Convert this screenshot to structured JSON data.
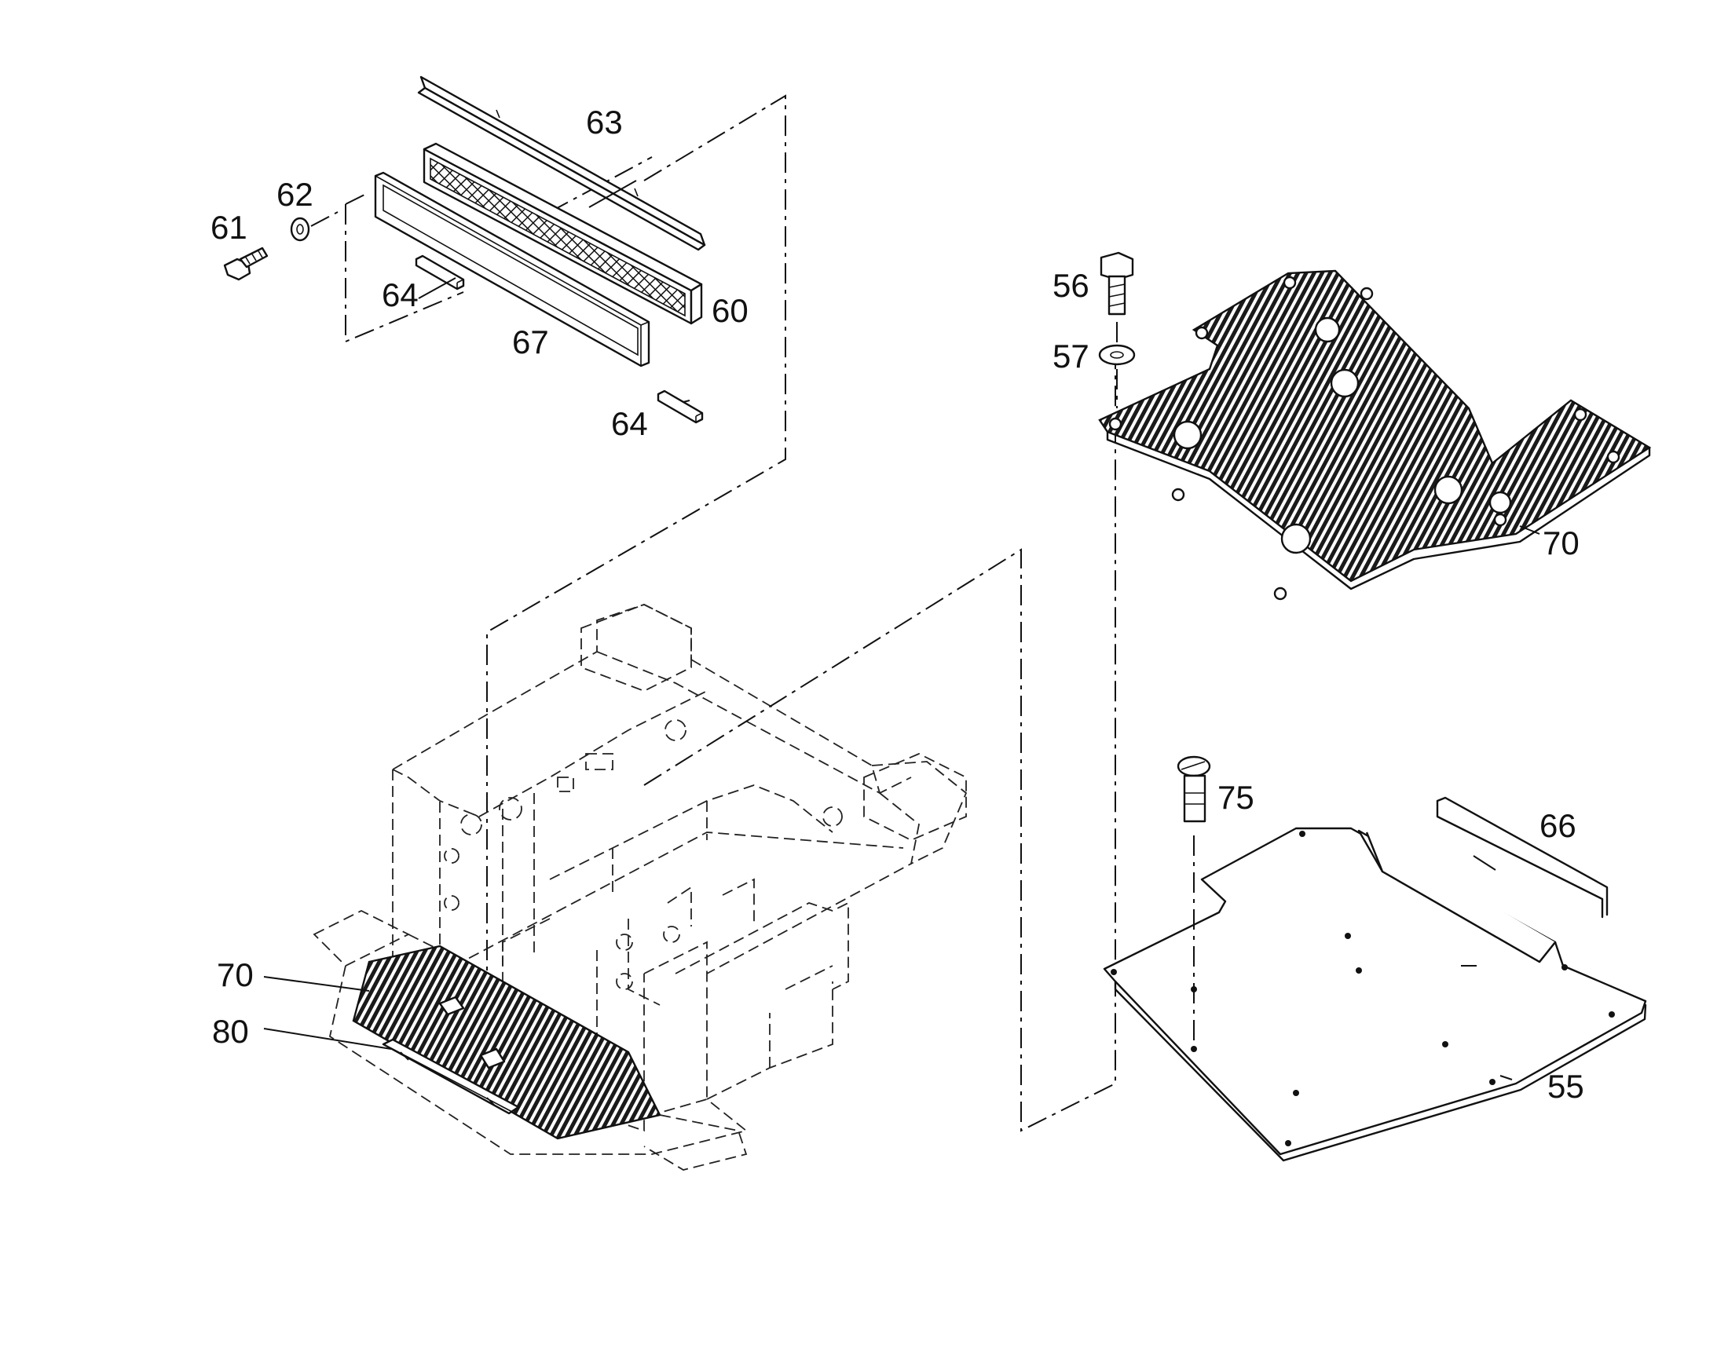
{
  "callouts": [
    {
      "id": "63",
      "text": "63"
    },
    {
      "id": "62",
      "text": "62"
    },
    {
      "id": "61",
      "text": "61"
    },
    {
      "id": "64a",
      "text": "64"
    },
    {
      "id": "60",
      "text": "60"
    },
    {
      "id": "67",
      "text": "67"
    },
    {
      "id": "64b",
      "text": "64"
    },
    {
      "id": "56",
      "text": "56"
    },
    {
      "id": "57",
      "text": "57"
    },
    {
      "id": "70a",
      "text": "70"
    },
    {
      "id": "75",
      "text": "75"
    },
    {
      "id": "66",
      "text": "66"
    },
    {
      "id": "55",
      "text": "55"
    },
    {
      "id": "70b",
      "text": "70"
    },
    {
      "id": "80",
      "text": "80"
    }
  ],
  "icons": [
    "bolt-icon",
    "washer-icon",
    "screw-icon"
  ],
  "colors": {
    "line": "#111111",
    "background": "#ffffff",
    "plate_fill": "#3a3a3a"
  }
}
